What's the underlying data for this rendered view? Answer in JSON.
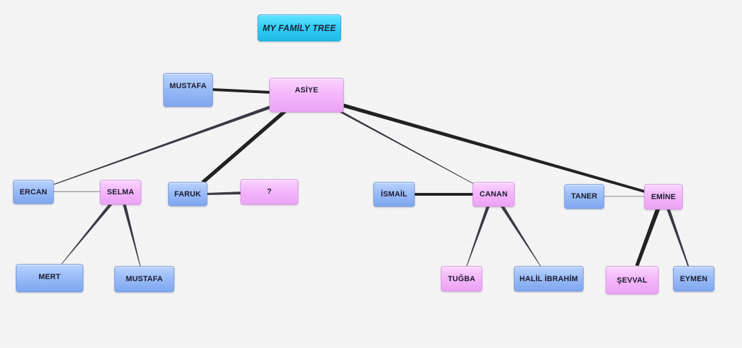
{
  "diagram": {
    "title": "MY FAMİLY TREE",
    "colors": {
      "male": "#8fb3f5",
      "female": "#f2b1f9",
      "title": "#33cdf5",
      "connector": "#2a2a2a"
    },
    "nodes": [
      {
        "id": "title",
        "name": "MY FAMİLY TREE",
        "kind": "title"
      },
      {
        "id": "mustafa_top",
        "name": "MUSTAFA",
        "kind": "male"
      },
      {
        "id": "asiye",
        "name": "ASİYE",
        "kind": "female"
      },
      {
        "id": "ercan",
        "name": "ERCAN",
        "kind": "male"
      },
      {
        "id": "selma",
        "name": "SELMA",
        "kind": "female"
      },
      {
        "id": "faruk",
        "name": "FARUK",
        "kind": "male"
      },
      {
        "id": "unknown",
        "name": "?",
        "kind": "female"
      },
      {
        "id": "ismail",
        "name": "İSMAİL",
        "kind": "male"
      },
      {
        "id": "canan",
        "name": "CANAN",
        "kind": "female"
      },
      {
        "id": "taner",
        "name": "TANER",
        "kind": "male"
      },
      {
        "id": "emine",
        "name": "EMİNE",
        "kind": "female"
      },
      {
        "id": "mert",
        "name": "MERT",
        "kind": "male"
      },
      {
        "id": "mustafa_child",
        "name": "MUSTAFA",
        "kind": "male"
      },
      {
        "id": "tugba",
        "name": "TUĞBA",
        "kind": "female"
      },
      {
        "id": "halil",
        "name": "HALİL İBRAHİM",
        "kind": "male"
      },
      {
        "id": "sevval",
        "name": "ŞEVVAL",
        "kind": "female"
      },
      {
        "id": "eymen",
        "name": "EYMEN",
        "kind": "male"
      }
    ],
    "edges": [
      {
        "from": "mustafa_top",
        "to": "asiye"
      },
      {
        "from": "asiye",
        "to": "ercan"
      },
      {
        "from": "asiye",
        "to": "faruk"
      },
      {
        "from": "asiye",
        "to": "canan"
      },
      {
        "from": "asiye",
        "to": "emine"
      },
      {
        "from": "ercan",
        "to": "selma"
      },
      {
        "from": "faruk",
        "to": "unknown"
      },
      {
        "from": "ismail",
        "to": "canan"
      },
      {
        "from": "taner",
        "to": "emine"
      },
      {
        "from": "selma",
        "to": "mert"
      },
      {
        "from": "selma",
        "to": "mustafa_child"
      },
      {
        "from": "canan",
        "to": "tugba"
      },
      {
        "from": "canan",
        "to": "halil"
      },
      {
        "from": "emine",
        "to": "sevval"
      },
      {
        "from": "emine",
        "to": "eymen"
      }
    ]
  }
}
